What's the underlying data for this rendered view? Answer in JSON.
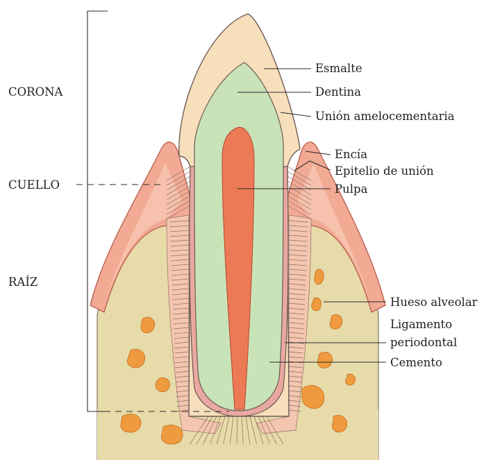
{
  "colors": {
    "enamel": "#f7dfbc",
    "dentin": "#c9e3b8",
    "pulp": "#ec7a57",
    "gum": "#f2aa94",
    "gum_deep": "#ea8f78",
    "bone": "#e7dba9",
    "bone_spot": "#ef9a3e",
    "ligament": "#f4c6b0",
    "outline": "#6d5a53"
  },
  "zones": {
    "corona": "CORONA",
    "cuello": "CUELLO",
    "raiz": "RAÍZ"
  },
  "labels": {
    "esmalte": "Esmalte",
    "dentina": "Dentina",
    "union_amelocementaria": "Unión amelocementaria",
    "encia": "Encía",
    "epitelio_de_union": "Epitelio de unión",
    "pulpa": "Pulpa",
    "hueso_alveolar": "Hueso alveolar",
    "ligamento_line1": "Ligamento",
    "ligamento_line2": "periodontal",
    "cemento": "Cemento"
  }
}
